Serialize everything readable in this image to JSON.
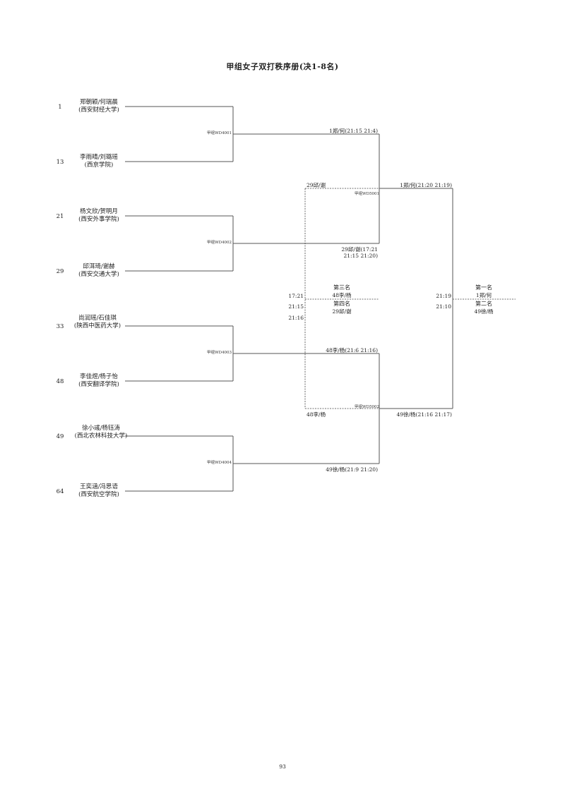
{
  "title": "甲组女子双打秩序册(决1-8名)",
  "entries": [
    {
      "seed": "1",
      "players": "郑朝颖/何瑞晨",
      "school": "(西安财经大学)"
    },
    {
      "seed": "13",
      "players": "李雨晴/刘璐瑶",
      "school": "(西京学院)"
    },
    {
      "seed": "21",
      "players": "杨文欣/贺明月",
      "school": "(西安外事学院)"
    },
    {
      "seed": "29",
      "players": "邱洱琦/谢赫",
      "school": "(西安交通大学)"
    },
    {
      "seed": "33",
      "players": "尚润瑶/石佳琪",
      "school": "(陕西中医药大学)"
    },
    {
      "seed": "48",
      "players": "李佳煜/杨子怡",
      "school": "(西安翻译学院)"
    },
    {
      "seed": "49",
      "players": "徐小彧/杨钰涛",
      "school": "(西北农林科技大学)"
    },
    {
      "seed": "64",
      "players": "王奕涵/冯思语",
      "school": "(西安航空学院)"
    }
  ],
  "round1": [
    {
      "code": "甲组WD4001",
      "result": "1郑/何(21:15 21:4)"
    },
    {
      "code": "甲组WD4002",
      "result_line1": "29邱/谢(17:21",
      "result_line2": "21:15 21:20)"
    },
    {
      "code": "甲组WD4003",
      "result": "48李/杨(21:6 21:16)"
    },
    {
      "code": "甲组WD4004",
      "result": "49徐/杨(21:9 21:20)"
    }
  ],
  "round2": [
    {
      "code": "甲组WD5001",
      "result": "1郑/何(21:20 21:19)",
      "loser": "29邱/谢"
    },
    {
      "code": "甲组WD5002",
      "result": "49徐/杨(21:16 21:17)",
      "loser": "48李/杨"
    }
  ],
  "third_place": {
    "label_third": "第三名",
    "third": "48李/杨",
    "label_fourth": "第四名",
    "fourth": "29邱/谢",
    "scores": [
      "17:21",
      "21:15",
      "21:16"
    ]
  },
  "final": {
    "label_first": "第一名",
    "first": "1郑/何",
    "label_second": "第二名",
    "second": "49徐/杨",
    "scores": [
      "21:19",
      "21:10"
    ]
  },
  "page_number": "93"
}
